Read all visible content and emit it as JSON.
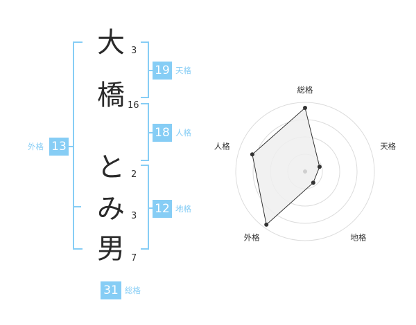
{
  "name": {
    "chars": [
      {
        "char": "大",
        "strokes": "3"
      },
      {
        "char": "橋",
        "strokes": "16"
      },
      {
        "char": "と",
        "strokes": "2"
      },
      {
        "char": "み",
        "strokes": "3"
      },
      {
        "char": "男",
        "strokes": "7"
      }
    ]
  },
  "kaku": {
    "tenkaku": {
      "value": "19",
      "label": "天格"
    },
    "jinkaku": {
      "value": "18",
      "label": "人格"
    },
    "chikaku": {
      "value": "12",
      "label": "地格"
    },
    "gaikaku": {
      "value": "13",
      "label": "外格"
    },
    "soukaku": {
      "value": "31",
      "label": "総格"
    }
  },
  "chart_data": {
    "type": "radar",
    "axes": [
      "総格",
      "天格",
      "地格",
      "外格",
      "人格"
    ],
    "values": [
      0.92,
      0.22,
      0.2,
      0.95,
      0.8
    ],
    "rings": 4,
    "colors": {
      "accent": "#86cdf5",
      "fill": "#efefef",
      "grid": "#dcdcdc",
      "line": "#333333"
    }
  }
}
